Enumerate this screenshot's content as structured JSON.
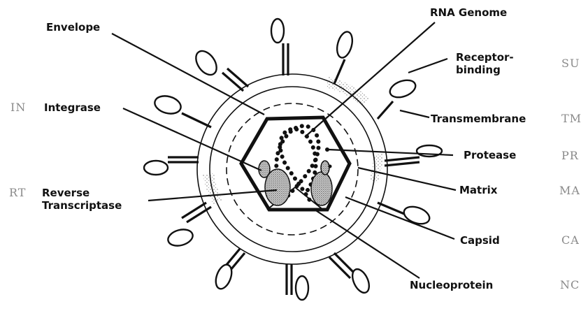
{
  "labels": {
    "envelope": "Envelope",
    "rna_genome": "RNA Genome",
    "receptor_binding_1": "Receptor-",
    "receptor_binding_2": "binding",
    "transmembrane": "Transmembrane",
    "integrase": "Integrase",
    "protease": "Protease",
    "reverse_transcriptase_1": "Reverse",
    "reverse_transcriptase_2": "Transcriptase",
    "matrix": "Matrix",
    "capsid": "Capsid",
    "nucleoprotein": "Nucleoprotein"
  },
  "abbreviations": {
    "su": "SU",
    "in": "IN",
    "tm": "TM",
    "pr": "PR",
    "rt": "RT",
    "ma": "MA",
    "ca": "CA",
    "nc": "NC"
  }
}
